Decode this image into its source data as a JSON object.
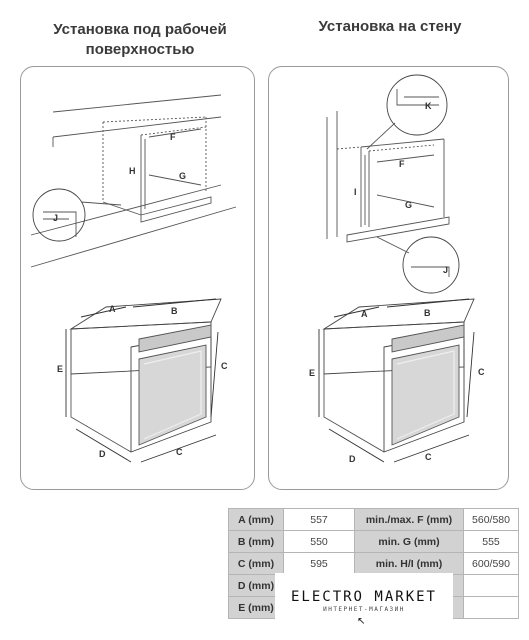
{
  "headings": {
    "left": [
      "Установка под рабочей",
      "поверхностью"
    ],
    "right": "Установка на стену"
  },
  "diagram_labels": {
    "A": "A",
    "B": "B",
    "C": "C",
    "D": "D",
    "E": "E",
    "F": "F",
    "G": "G",
    "H": "H",
    "I": "I",
    "J": "J",
    "K": "K"
  },
  "dims_table": {
    "rows": [
      {
        "key1": "A (mm)",
        "val1": "557",
        "key2": "min./max. F (mm)",
        "val2": "560/580"
      },
      {
        "key1": "B (mm)",
        "val1": "550",
        "key2": "min. G (mm)",
        "val2": "555"
      },
      {
        "key1": "C (mm)",
        "val1": "595",
        "key2": "min. H/I (mm)",
        "val2": "600/590"
      },
      {
        "key1": "D (mm)",
        "val1": "",
        "key2": "",
        "val2": ""
      },
      {
        "key1": "E (mm)",
        "val1": "",
        "key2": "",
        "val2": ""
      }
    ]
  },
  "watermark": {
    "title": "ELECTRO MARKET",
    "subtitle": "ИНТЕРНЕТ-МАГАЗИН"
  }
}
